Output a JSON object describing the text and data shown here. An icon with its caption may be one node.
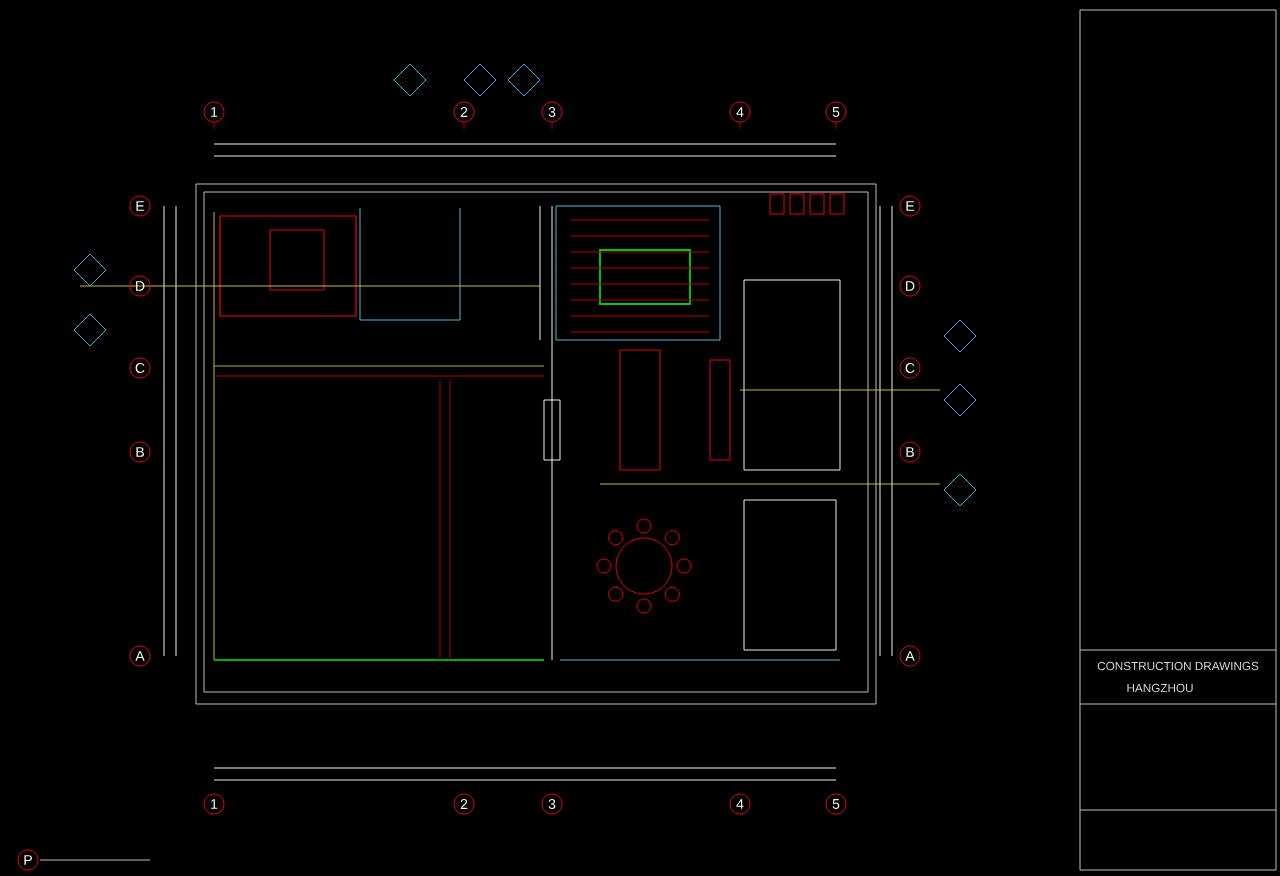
{
  "diagram": {
    "nodes": [
      {
        "text": [
          "1"
        ]
      },
      {
        "text": [
          "2"
        ]
      },
      {
        "text": [
          "3"
        ]
      },
      {
        "text": [
          "4"
        ]
      },
      {
        "text": [
          "5"
        ]
      },
      {
        "text": [
          "E"
        ]
      },
      {
        "text": [
          "E"
        ]
      },
      {
        "text": [
          "D"
        ]
      },
      {
        "text": [
          "D"
        ]
      },
      {
        "text": [
          "C"
        ]
      },
      {
        "text": [
          "C"
        ]
      },
      {
        "text": [
          "B"
        ]
      },
      {
        "text": [
          "B"
        ]
      },
      {
        "text": [
          "A"
        ]
      },
      {
        "text": [
          "A"
        ]
      },
      {
        "text": [
          "1"
        ]
      },
      {
        "text": [
          "2"
        ]
      },
      {
        "text": [
          "3"
        ]
      },
      {
        "text": [
          "4"
        ]
      },
      {
        "text": [
          "5"
        ]
      },
      {
        "text": [
          "P"
        ]
      }
    ],
    "labels": [
      "CONSTRUCTION DRAWINGS",
      "HANGZHOU"
    ]
  }
}
